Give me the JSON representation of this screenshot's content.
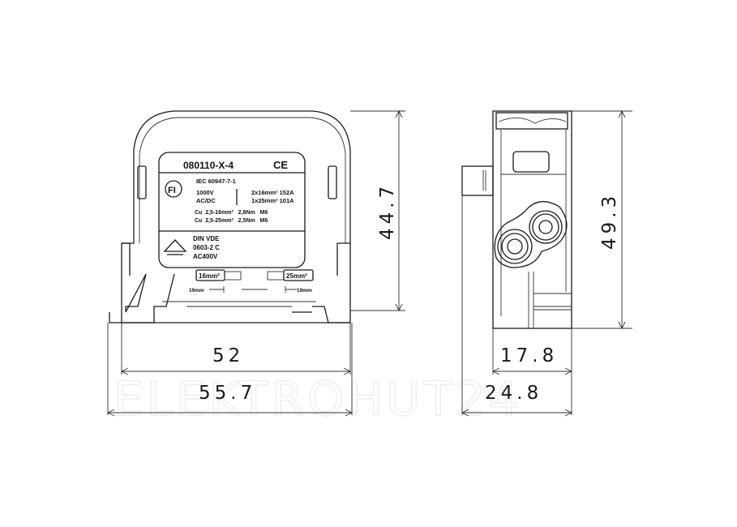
{
  "watermark": "ELEKTROHUT24",
  "front_view": {
    "label": {
      "part_number": "080110-X-4",
      "ce_mark": "CE",
      "fi_mark": "FI",
      "standard": "IEC 60947-7-1",
      "voltage": "1000V",
      "current_type": "AC/DC",
      "rating_1": "2x16mm² 152A",
      "rating_2": "1x25mm² 101A",
      "cu_line_1": "Cu  2,5-16mm²   2,8Nm   M6",
      "cu_line_2": "Cu  2,5-25mm²   2,5Nm   M6",
      "vde_1": "DIN VDE",
      "vde_2": "0603-2 C",
      "vde_3": "AC400V",
      "tag_left": "16mm²",
      "tag_right": "25mm²",
      "strip_left": "19mm",
      "strip_right": "19mm"
    },
    "dimensions": {
      "height": "44.7",
      "width_inner": "52",
      "width_outer": "55.7"
    }
  },
  "side_view": {
    "dimensions": {
      "height": "49.3",
      "width_inner": "17.8",
      "width_outer": "24.8"
    }
  }
}
